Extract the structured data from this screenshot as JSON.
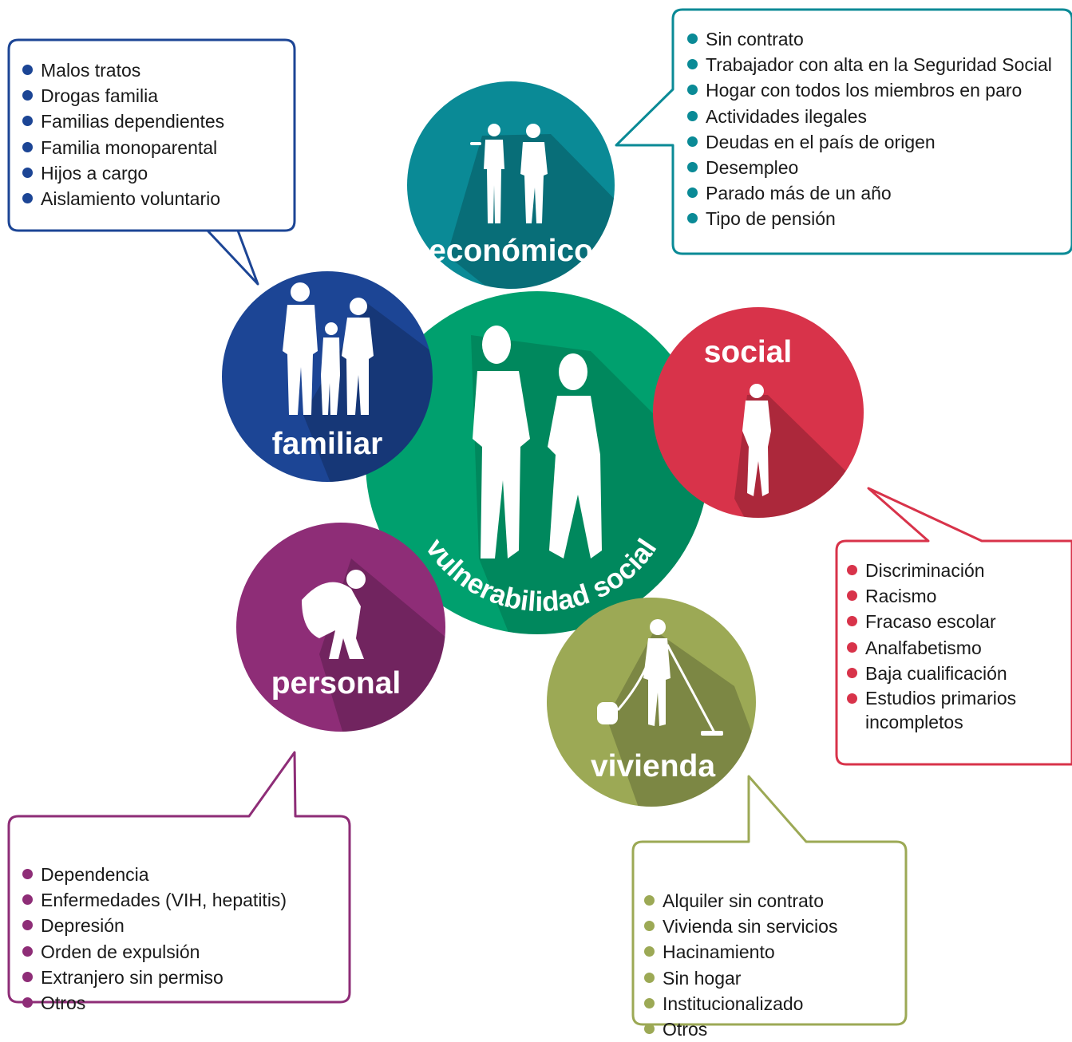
{
  "title": "vulnerabilidad social",
  "colors": {
    "central": "#00a06e",
    "economico": "#0a8a96",
    "social": "#d8334a",
    "familiar": "#1c4595",
    "personal": "#8e2d77",
    "vivienda": "#9ca955"
  },
  "categories": {
    "familiar": {
      "label": "familiar",
      "icon": "family-silhouette-icon",
      "items": [
        "Malos tratos",
        "Drogas familia",
        "Familias dependientes",
        "Familia monoparental",
        "Hijos a cargo",
        "Aislamiento voluntario"
      ]
    },
    "economico": {
      "label": "económico",
      "icon": "workers-silhouette-icon",
      "items": [
        "Sin contrato",
        "Trabajador con alta en la Seguridad Social",
        "Hogar con todos los miembros en paro",
        "Actividades ilegales",
        "Deudas en el país de origen",
        "Desempleo",
        "Parado más de un año",
        "Tipo de pensión"
      ]
    },
    "social": {
      "label": "social",
      "icon": "person-standing-silhouette-icon",
      "items": [
        "Discriminación",
        "Racismo",
        "Fracaso escolar",
        "Analfabetismo",
        "Baja cualificación",
        "Estudios primarios incompletos"
      ]
    },
    "personal": {
      "label": "personal",
      "icon": "sitting-person-silhouette-icon",
      "items": [
        "Dependencia",
        "Enfermedades (VIH, hepatitis)",
        "Depresión",
        "Orden de expulsión",
        "Extranjero sin permiso",
        "Otros"
      ]
    },
    "vivienda": {
      "label": "vivienda",
      "icon": "cleaning-person-silhouette-icon",
      "items": [
        "Alquiler sin contrato",
        "Vivienda sin servicios",
        "Hacinamiento",
        "Sin hogar",
        "Institucionalizado",
        "Otros"
      ]
    }
  }
}
